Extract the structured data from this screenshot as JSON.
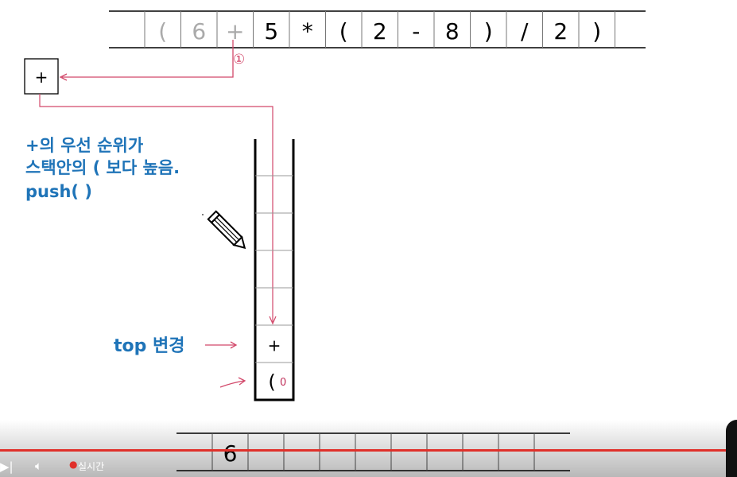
{
  "expression_tokens": [
    "",
    "(",
    "6",
    "+",
    "5",
    "*",
    "(",
    "2",
    "-",
    "8",
    ")",
    "/",
    "2",
    ")",
    ""
  ],
  "expression_faded_count": 3,
  "step_marker": "①",
  "current_token_box": "+",
  "annotation": {
    "line1": "+의 우선 순위가",
    "line2": "스택안의 ( 보다 높음.",
    "line3": "push( )"
  },
  "stack": {
    "slot_count": 7,
    "contents_bottom_up": [
      "(",
      "+"
    ],
    "bottom_mark": "0",
    "top_label": "top 변경"
  },
  "output_cells": [
    "",
    "6",
    "",
    "",
    "",
    "",
    "",
    "",
    "",
    "",
    ""
  ],
  "player": {
    "live_label": "실시간",
    "icons": [
      "skip-next-icon",
      "volume-icon",
      "live-dot-icon"
    ]
  },
  "colors": {
    "annotation_blue": "#1f74b8",
    "pen_red": "#d2486a",
    "progress_red": "#e0302a"
  }
}
